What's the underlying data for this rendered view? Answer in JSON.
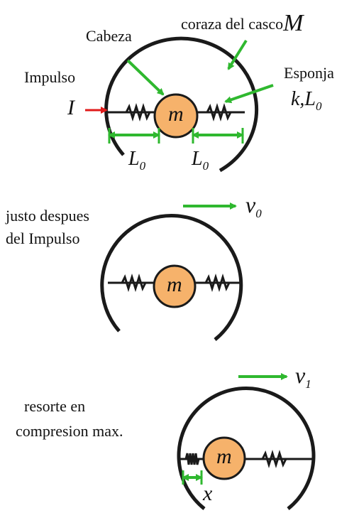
{
  "panel1": {
    "label_head": "Cabeza",
    "label_shell_text": "coraza del casco",
    "label_shell_symbol": "M",
    "label_impulse": "Impulso",
    "impulse_symbol": "I",
    "label_sponge": "Esponja",
    "sponge_params": "k,L",
    "sponge_params_sub": "0",
    "mass_label": "m",
    "length_left": "L",
    "length_left_sub": "0",
    "length_right": "L",
    "length_right_sub": "0"
  },
  "panel2": {
    "caption_line1": "justo despues",
    "caption_line2": "del Impulso",
    "velocity": "v",
    "velocity_sub": "0",
    "mass_label": "m"
  },
  "panel3": {
    "caption_line1": "resorte en",
    "caption_line2": "compresion max.",
    "velocity": "v",
    "velocity_sub": "1",
    "mass_label": "m",
    "compression": "x"
  },
  "colors": {
    "arrow_green": "#2fb82f",
    "arrow_red": "#e01b1b",
    "mass_fill": "#f6b26b",
    "line": "#1a1a1a"
  }
}
